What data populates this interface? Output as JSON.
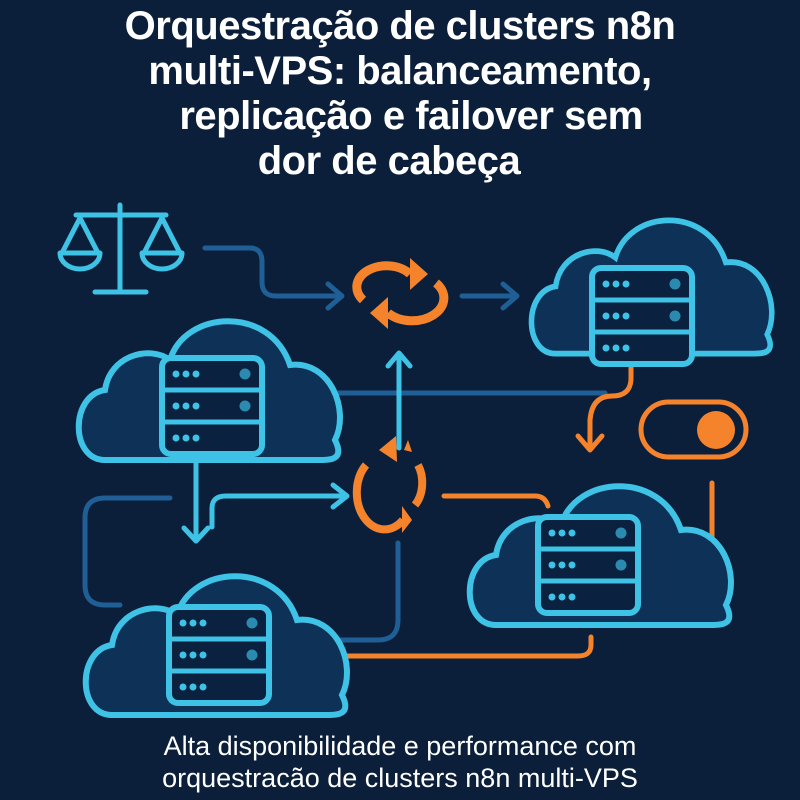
{
  "title": {
    "lines": [
      "Orquestração de clusters n8n",
      "multi-VPS: balanceamento,",
      "replicação e failover sem",
      "dor de cabeça"
    ]
  },
  "subtitle": {
    "lines": [
      "Alta disponibilidade e performance com",
      "orquestracão de clusters n8n multi-VPS"
    ]
  },
  "colors": {
    "background": "#0b1f3a",
    "cyan": "#3ec3e6",
    "dark_blue_line": "#1f5f96",
    "orange": "#f5832b",
    "cloud_fill": "#0d3157",
    "server_fill": "#0a2240",
    "white": "#ffffff"
  },
  "icons": {
    "balance": "balance-scale-icon",
    "sync_top": "sync-icon",
    "sync_mid": "sync-icon",
    "toggle": "toggle-switch-icon",
    "clouds": [
      "cloud-server-icon",
      "cloud-server-icon",
      "cloud-server-icon",
      "cloud-server-icon"
    ]
  },
  "nodes": [
    {
      "id": "cloud-left",
      "label": "cloud server left"
    },
    {
      "id": "cloud-top-right",
      "label": "cloud server top right"
    },
    {
      "id": "cloud-bottom-right",
      "label": "cloud server bottom right"
    },
    {
      "id": "cloud-bottom-left",
      "label": "cloud server bottom left"
    }
  ]
}
